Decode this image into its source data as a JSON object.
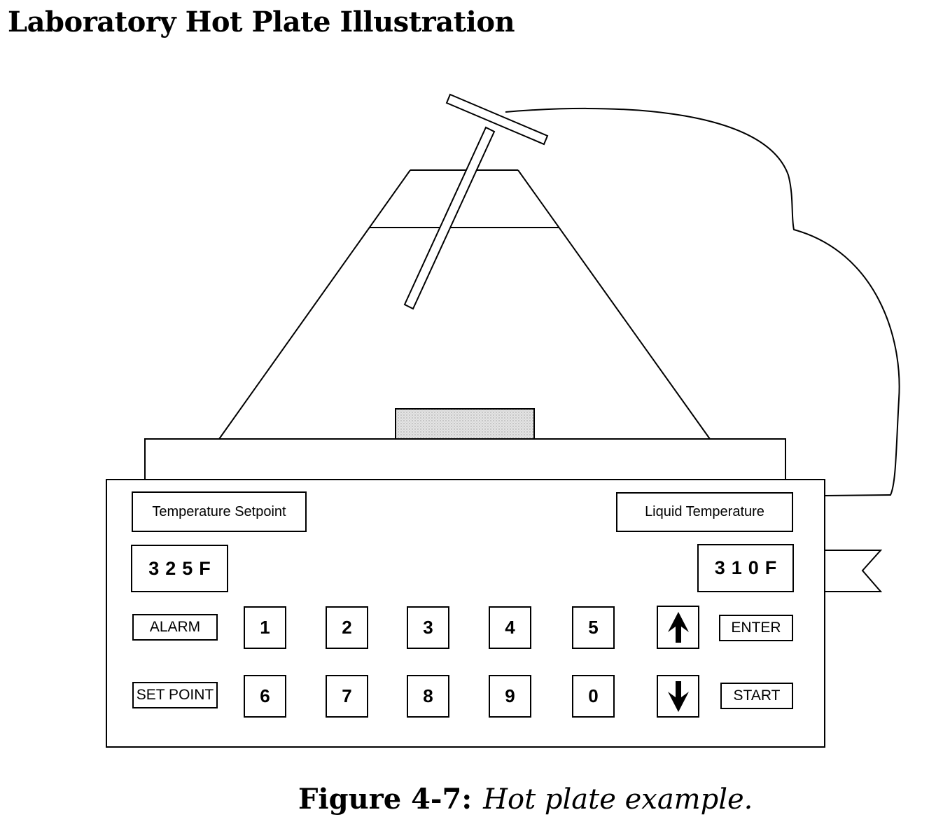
{
  "header": {
    "title": "Laboratory Hot Plate Illustration"
  },
  "panel": {
    "setpoint_label": "Temperature Setpoint",
    "liquid_label": "Liquid Temperature",
    "setpoint_value": "325F",
    "liquid_value": "310F",
    "alarm_label": "ALARM",
    "setpoint_button_label": "SET POINT",
    "enter_label": "ENTER",
    "start_label": "START",
    "keys_row1": [
      "1",
      "2",
      "3",
      "4",
      "5"
    ],
    "keys_row2": [
      "6",
      "7",
      "8",
      "9",
      "0"
    ],
    "up_icon": "arrow-up-icon",
    "down_icon": "arrow-down-icon"
  },
  "caption": {
    "number": "Figure 4-7:",
    "text": "Hot plate example."
  },
  "colors": {
    "ink": "#000000",
    "heating_element": "#d9d9d9",
    "background": "#ffffff"
  }
}
